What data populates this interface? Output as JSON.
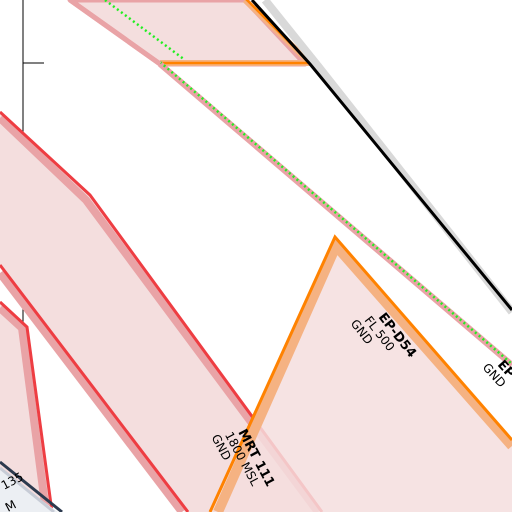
{
  "map": {
    "colors": {
      "background": "#ffffff",
      "restricted_fill": "#f4dede",
      "restricted_border": "#ee3d42",
      "restricted_halo": "#e9a3a6",
      "danger_border": "#ff8200",
      "danger_halo": "#f5b282",
      "boundary_line": "#000000",
      "boundary_shadow": "#d9d9d9",
      "green_dotted": "#22ee22",
      "grid_line": "#000000"
    },
    "labels": {
      "ep_d54": {
        "name": "EP-D54",
        "upper": "FL 500",
        "lower": "GND"
      },
      "mrt_111": {
        "name": "MRT 111",
        "upper": "1800 MSL",
        "lower": "GND"
      },
      "ep_edge": {
        "name": "EP",
        "lower": "GND"
      },
      "scale_135": {
        "value": "135",
        "sub": "M"
      }
    }
  }
}
